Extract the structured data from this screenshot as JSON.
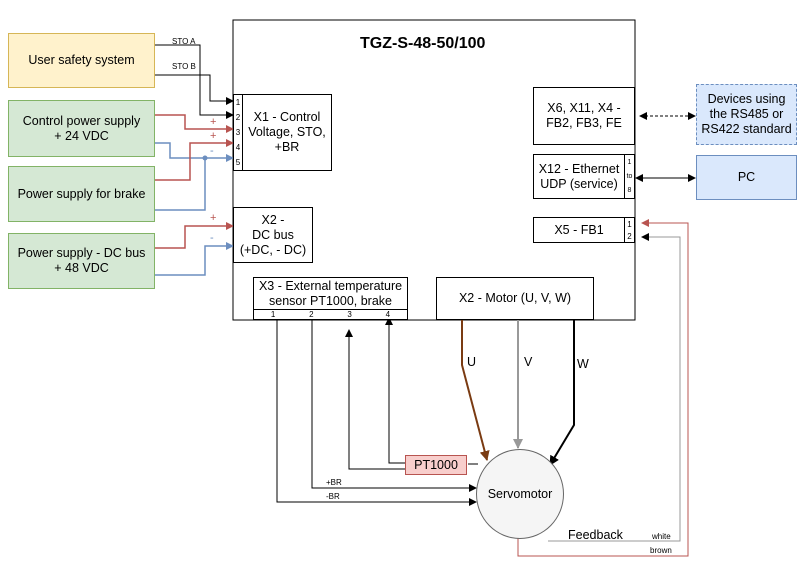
{
  "title": "TGZ-S-48-50/100",
  "external": {
    "user_safety": "User safety system",
    "control_supply": "Control power supply\n+ 24 VDC",
    "brake_supply": "Power supply for brake",
    "dcbus_supply": "Power supply - DC bus\n+ 48 VDC",
    "rs485_devices": "Devices using\nthe RS485 or\nRS422 standard",
    "pc": "PC"
  },
  "connectors": {
    "x1": "X1 - Control\nVoltage, STO,\n+BR",
    "x1_pins": [
      "1",
      "2",
      "3",
      "4",
      "5"
    ],
    "x2_dc": "X2 -\nDC bus\n(+DC, - DC)",
    "x3": "X3 - External temperature\nsensor  PT1000, brake",
    "x3_pins": [
      "1",
      "2",
      "3",
      "4"
    ],
    "x2_motor": "X2 - Motor (U, V, W)",
    "x6": "X6, X11, X4 -\nFB2, FB3, FE",
    "x12": "X12 - Ethernet\nUDP (service)",
    "x12_pins": [
      "1",
      "to",
      "8"
    ],
    "x5": "X5 - FB1",
    "x5_pins": [
      "1",
      "2"
    ]
  },
  "signals": {
    "sto_a": "STO A",
    "sto_b": "STO B",
    "plus": "+",
    "minus": "-",
    "u": "U",
    "v": "V",
    "w": "W",
    "plus_br": "+BR",
    "minus_br": "-BR",
    "feedback": "Feedback",
    "white": "white",
    "brown": "brown"
  },
  "components": {
    "pt1000": "PT1000",
    "servomotor": "Servomotor"
  },
  "colors": {
    "red_wire": "#b85450",
    "blue_wire": "#6c8ebf",
    "brown_wire": "#7a3b12",
    "grey_wire": "#999999"
  }
}
